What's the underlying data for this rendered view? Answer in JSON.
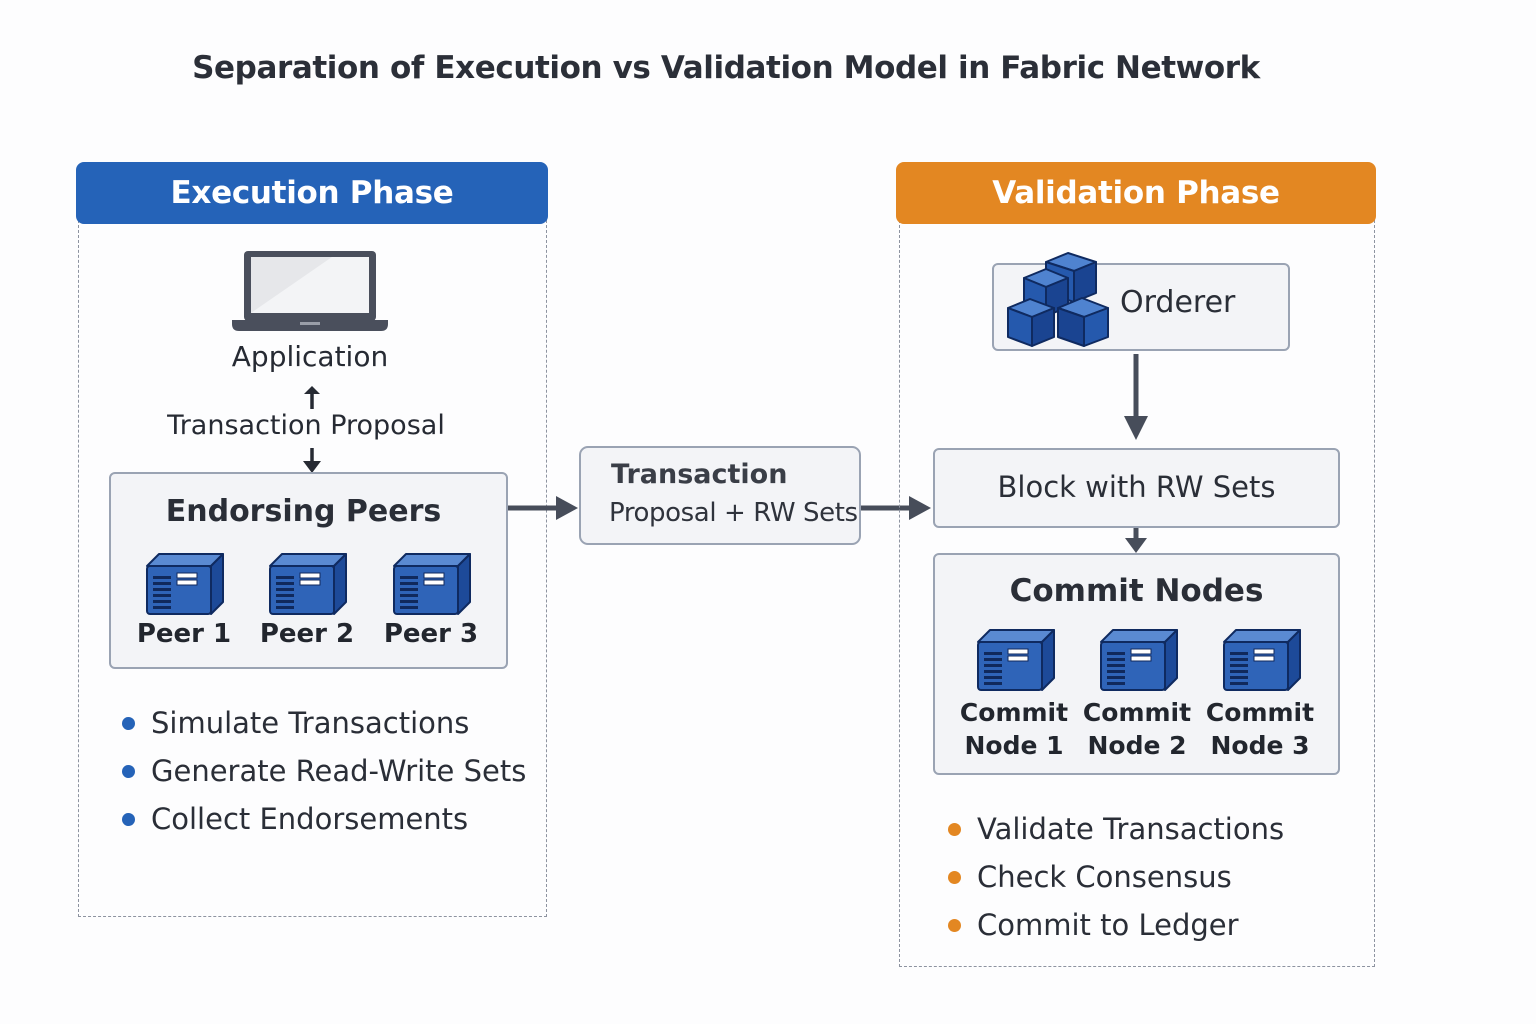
{
  "title": "Separation of Execution vs Validation Model in Fabric Network",
  "colors": {
    "execution_accent": "#2563b8",
    "validation_accent": "#e38722",
    "server_blue": "#2f5eae",
    "arrow": "#474d5a",
    "text_dark": "#262a33"
  },
  "execution": {
    "header": "Execution Phase",
    "application_label": "Application",
    "application_icon": "laptop-icon",
    "proposal_label": "Transaction Proposal",
    "endorsing": {
      "title": "Endorsing Peers",
      "peers": [
        {
          "label": "Peer 1",
          "icon": "server-icon"
        },
        {
          "label": "Peer 2",
          "icon": "server-icon"
        },
        {
          "label": "Peer 3",
          "icon": "server-icon"
        }
      ]
    },
    "bullets": [
      "Simulate Transactions",
      "Generate Read-Write Sets",
      "Collect Endorsements"
    ]
  },
  "middle": {
    "line1": "Transaction",
    "line2": "Proposal + RW Sets"
  },
  "validation": {
    "header": "Validation Phase",
    "orderer_label": "Orderer",
    "orderer_icon": "cubes-icon",
    "block_label": "Block with RW Sets",
    "commit": {
      "title": "Commit Nodes",
      "nodes": [
        {
          "line1": "Commit",
          "line2": "Node 1",
          "icon": "server-icon"
        },
        {
          "line1": "Commit",
          "line2": "Node 2",
          "icon": "server-icon"
        },
        {
          "line1": "Commit",
          "line2": "Node 3",
          "icon": "server-icon"
        }
      ]
    },
    "bullets": [
      "Validate Transactions",
      "Check Consensus",
      "Commit to Ledger"
    ]
  }
}
